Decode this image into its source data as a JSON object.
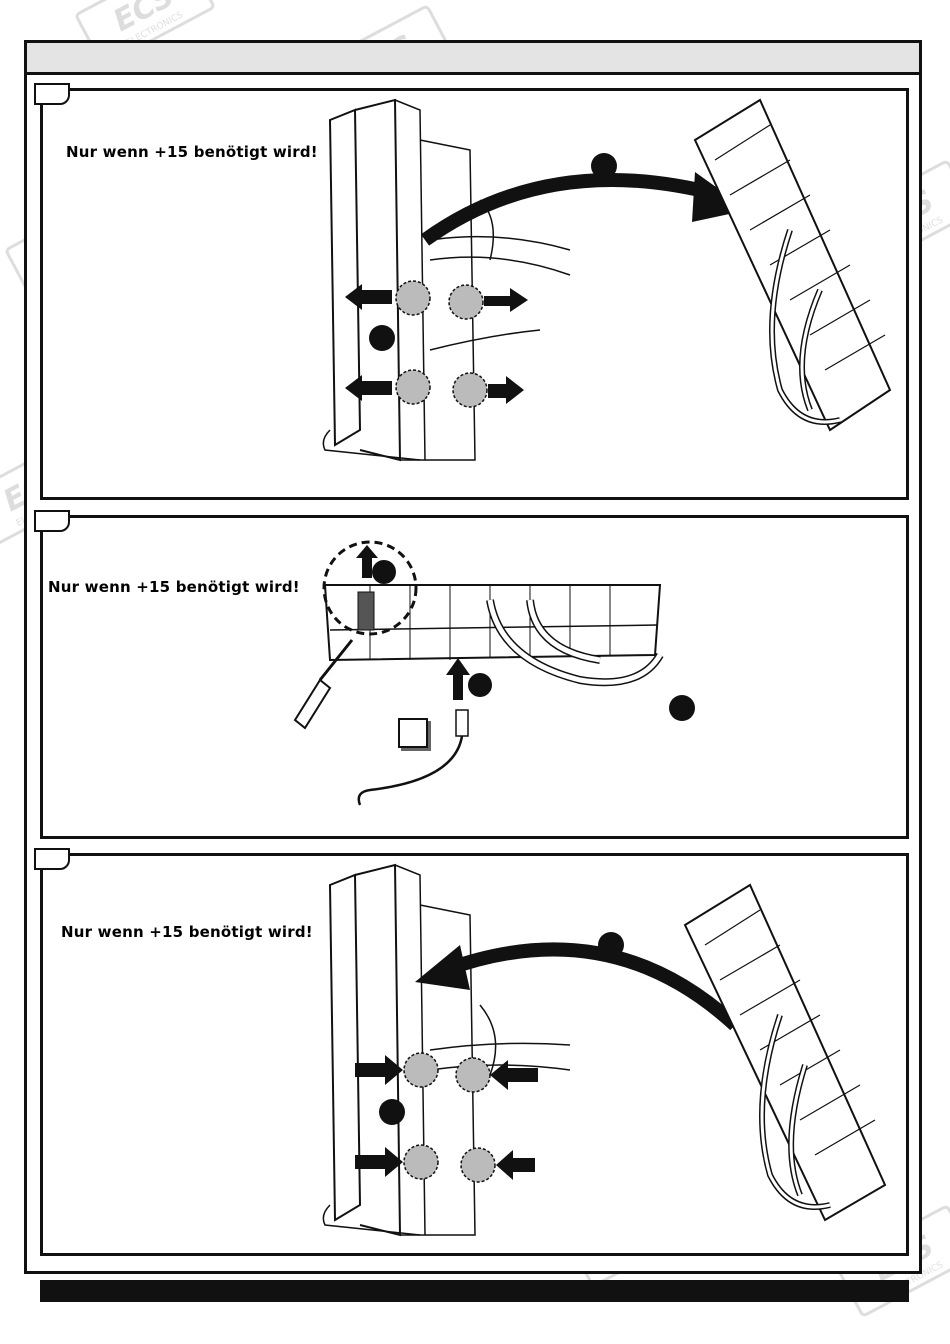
{
  "panels": [
    {
      "note": "Nur wenn +15 benötigt wird!"
    },
    {
      "note": "Nur wenn +15 benötigt wird!"
    },
    {
      "note": "Nur wenn +15 benötigt wird!"
    }
  ],
  "watermark": {
    "brand": "ECS",
    "sub": "ELECTRONICS",
    "color": "#000000"
  },
  "colors": {
    "frame": "#111111",
    "header": "#e4e4e4",
    "footer": "#111111"
  }
}
